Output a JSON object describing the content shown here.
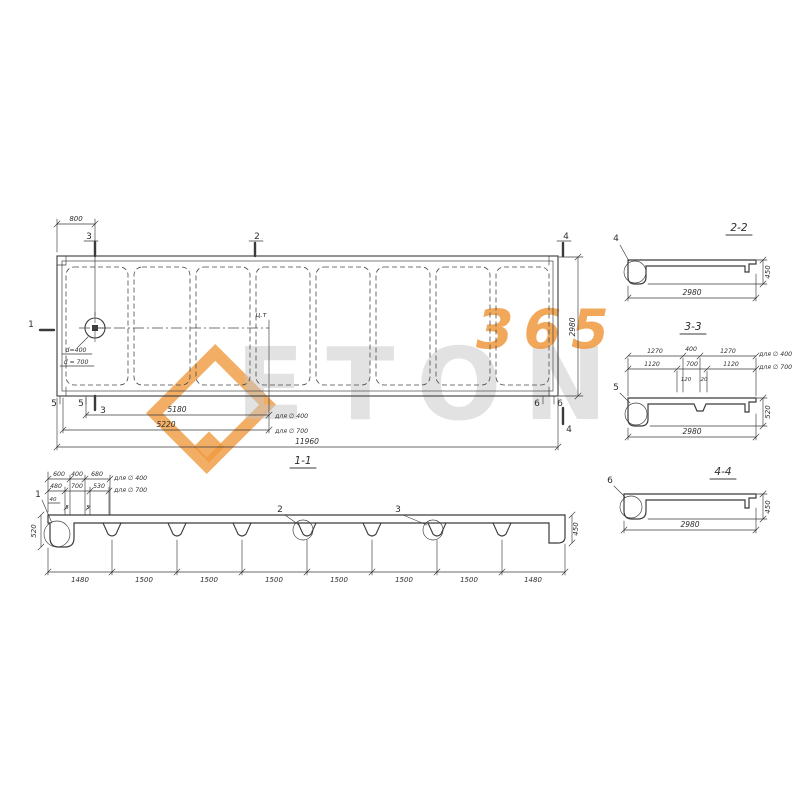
{
  "watermark": {
    "brand_text": "ETON",
    "brand_number": "365"
  },
  "plan": {
    "dim_800": "800",
    "dim_5180": "5180",
    "note_5180": "для ∅ 400",
    "dim_5220": "5220",
    "note_5220": "для ∅ 700",
    "dim_11960": "11960",
    "dim_2980": "2980",
    "center_of_gravity": "ц.т",
    "hole_label_1": "d=400",
    "hole_label_2": "d = 700",
    "cut_1_left": "1",
    "cut_2_top": "2",
    "cut_3_top": "3",
    "cut_3_bottom": "3",
    "cut_4_top": "4",
    "cut_4_bottom": "4",
    "cut_5_a": "5",
    "cut_5_b": "5",
    "cut_6_a": "6",
    "cut_6_b": "6"
  },
  "section_1_1": {
    "title": "1-1",
    "dims_d400": [
      "600",
      "400",
      "680"
    ],
    "note_d400": "для ∅ 400",
    "dims_d700": [
      "480",
      "700",
      "530"
    ],
    "note_d700": "для ∅ 700",
    "small_dims": [
      "40",
      "5",
      "5"
    ],
    "detail_1": "1",
    "detail_2": "2",
    "detail_3": "3",
    "height_left": "520",
    "height_right": "450",
    "bottom_dims": [
      "1480",
      "1500",
      "1500",
      "1500",
      "1500",
      "1500",
      "1500",
      "1480"
    ]
  },
  "section_2_2": {
    "title": "2-2",
    "detail": "4",
    "width": "2980",
    "height": "450"
  },
  "section_3_3": {
    "title": "3-3",
    "dims_d400": [
      "1270",
      "400",
      "1270"
    ],
    "note_d400": "для ∅ 400",
    "dims_d700": [
      "1120",
      "700",
      "1120"
    ],
    "note_d700": "для ∅ 700",
    "small_dims": [
      "120",
      "20"
    ],
    "detail": "5",
    "width": "2980",
    "height": "520"
  },
  "section_4_4": {
    "title": "4-4",
    "detail": "6",
    "width": "2980",
    "height": "450"
  }
}
